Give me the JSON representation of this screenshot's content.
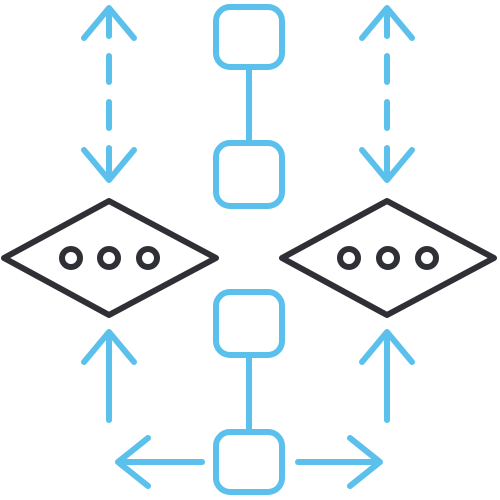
{
  "diagram": {
    "icon": "flowchart-decision-icon",
    "colors": {
      "accent": "#5bc0eb",
      "dark": "#2f2f36",
      "background": "#ffffff"
    },
    "nodes": [
      {
        "name": "square-node-top",
        "icon": "square-node-icon"
      },
      {
        "name": "square-node-upper-middle",
        "icon": "square-node-icon"
      },
      {
        "name": "square-node-lower-middle",
        "icon": "square-node-icon"
      },
      {
        "name": "square-node-bottom",
        "icon": "square-node-icon"
      },
      {
        "name": "decision-diamond-left",
        "icon": "diamond-ellipsis-icon",
        "dots": 3
      },
      {
        "name": "decision-diamond-right",
        "icon": "diamond-ellipsis-icon",
        "dots": 3
      }
    ],
    "arrows": [
      {
        "name": "arrow-up-left-top",
        "direction": "up",
        "style": "dashed"
      },
      {
        "name": "arrow-down-left-top",
        "direction": "down",
        "style": "dashed"
      },
      {
        "name": "arrow-up-right-top",
        "direction": "up",
        "style": "dashed"
      },
      {
        "name": "arrow-down-right-top",
        "direction": "down",
        "style": "dashed"
      },
      {
        "name": "arrow-up-left-bottom",
        "direction": "up",
        "style": "solid"
      },
      {
        "name": "arrow-up-right-bottom",
        "direction": "up",
        "style": "solid"
      },
      {
        "name": "arrow-left-bottom",
        "direction": "left",
        "style": "solid"
      },
      {
        "name": "arrow-right-bottom",
        "direction": "right",
        "style": "solid"
      }
    ]
  }
}
